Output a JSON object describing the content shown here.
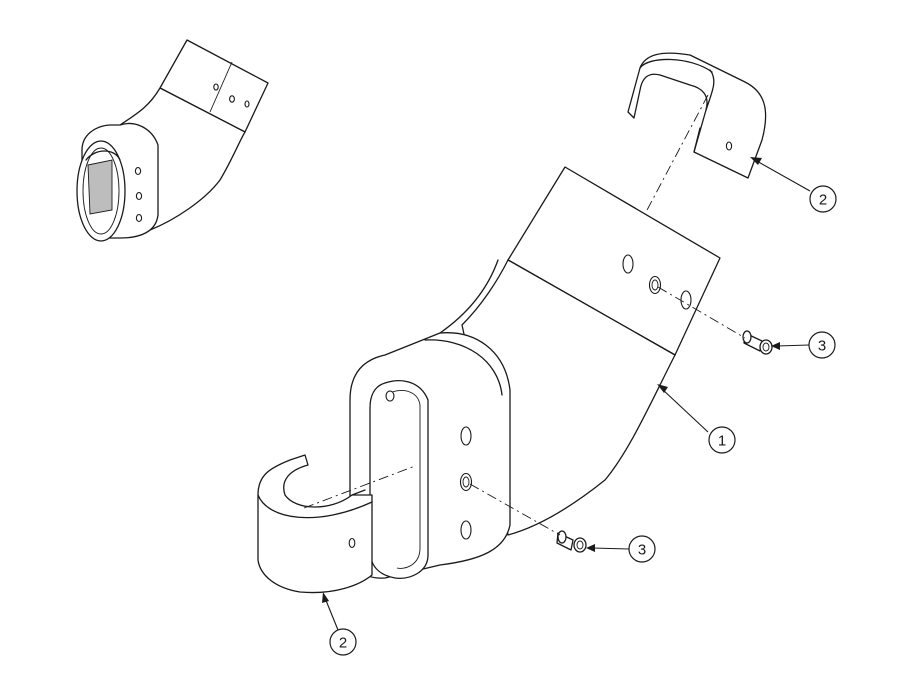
{
  "balloons": [
    {
      "id": "callout-1",
      "label": "1"
    },
    {
      "id": "callout-2-top",
      "label": "2"
    },
    {
      "id": "callout-2-bottom",
      "label": "2"
    },
    {
      "id": "callout-3-top",
      "label": "3"
    },
    {
      "id": "callout-3-bottom",
      "label": "3"
    }
  ]
}
